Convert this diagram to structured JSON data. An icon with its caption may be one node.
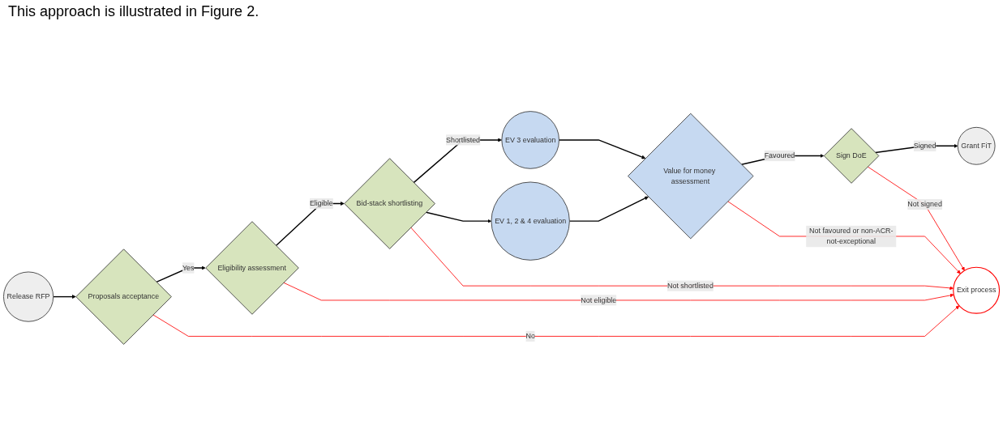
{
  "diagram": {
    "nodes": [
      {
        "text": [
          "Release RFP"
        ]
      },
      {
        "text": [
          "Exit process"
        ]
      },
      {
        "text": [
          "Grant FiT"
        ]
      },
      {
        "text": [
          "Sign DoE"
        ]
      },
      {
        "text": [
          "Value for money assessment"
        ]
      },
      {
        "text": [
          "Proposals acceptance"
        ]
      },
      {
        "text": [
          "Eligibility assessment"
        ]
      },
      {
        "text": [
          "Bid-stack shortlisting"
        ]
      },
      {
        "text": [
          "EV 3 evaluation"
        ]
      },
      {
        "text": [
          "EV 1, 2 & 4 evaluation"
        ]
      }
    ],
    "edges": [
      {
        "from": 0,
        "to": 5,
        "arrow": "to"
      },
      {
        "from": 5,
        "to": 6,
        "arrow": "to",
        "label": "Yes"
      },
      {
        "from": 6,
        "to": 7,
        "arrow": "to",
        "label": "Eligible"
      },
      {
        "from": 7,
        "to": 8,
        "arrow": "to",
        "label": "Shortlisted"
      },
      {
        "from": 7,
        "to": 9,
        "arrow": "to"
      },
      {
        "from": 8,
        "to": 4,
        "arrow": "to"
      },
      {
        "from": 9,
        "to": 4,
        "arrow": "to"
      },
      {
        "from": 4,
        "to": 3,
        "arrow": "to",
        "label": "Favoured"
      },
      {
        "from": 3,
        "to": 2,
        "arrow": "to",
        "label": "Signed"
      },
      {
        "from": 3,
        "to": 1,
        "arrow": "to",
        "label": "Not signed",
        "color": "#ff0000"
      },
      {
        "from": 4,
        "to": 1,
        "arrow": "to",
        "label": "Not favoured or non-ACR-not-exceptional",
        "color": "#ff0000"
      },
      {
        "from": 5,
        "to": 1,
        "arrow": "to",
        "label": "No",
        "color": "#ff0000"
      },
      {
        "from": 6,
        "to": 1,
        "arrow": "to",
        "label": "Not eligible",
        "color": "#ff0000"
      },
      {
        "from": 7,
        "to": 1,
        "arrow": "to",
        "label": "Not shortlisted",
        "color": "#ff0000"
      }
    ],
    "labels": [
      "This approach is illustrated in Figure 2."
    ]
  }
}
